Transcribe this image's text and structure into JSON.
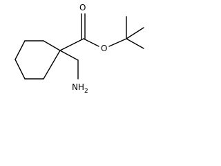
{
  "structure": {
    "atoms": {
      "carbonyl_oxygen": "O",
      "ester_oxygen": "O",
      "amine_nitrogen": "N",
      "amine_hydrogen": "H",
      "amine_count": "2"
    }
  },
  "colors": {
    "bond": "#000000",
    "background": "#ffffff"
  }
}
